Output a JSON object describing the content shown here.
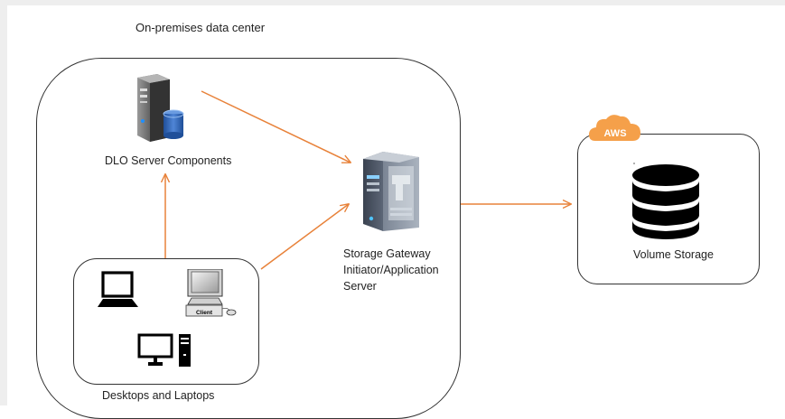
{
  "diagram": {
    "regions": {
      "onprem_title": "On-premises data center",
      "desktops_title": "Desktops and Laptops",
      "cloud_badge": "AWS"
    },
    "nodes": {
      "dlo_server": "DLO Server Components",
      "gateway_line1": "Storage Gateway",
      "gateway_line2": "Initiator/Application",
      "gateway_line3": "Server",
      "volume_storage": "Volume Storage",
      "client_caption": "Client"
    },
    "edges": [
      {
        "from": "DLO Server Components",
        "to": "Storage Gateway Initiator/Application Server"
      },
      {
        "from": "Desktops and Laptops",
        "to": "DLO Server Components"
      },
      {
        "from": "Desktops and Laptops",
        "to": "Storage Gateway Initiator/Application Server"
      },
      {
        "from": "Storage Gateway Initiator/Application Server",
        "to": "Volume Storage"
      }
    ],
    "colors": {
      "arrow": "#e8823a",
      "aws_cloud": "#f5a04a",
      "outline": "#333333"
    }
  }
}
